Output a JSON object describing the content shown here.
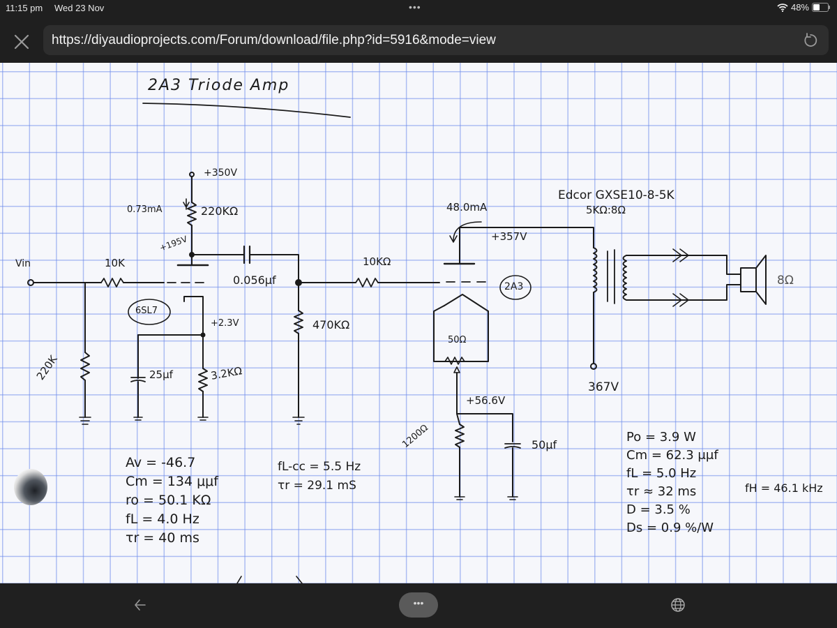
{
  "status_bar": {
    "time": "11:15 pm",
    "date": "Wed 23 Nov",
    "center_indicator": "•••",
    "battery_percent": "48%",
    "battery_level": 48,
    "wifi_icon": "wifi-icon"
  },
  "browser": {
    "close_icon": "close-icon",
    "url": "https://diyaudioprojects.com/Forum/download/file.php?id=5916&mode=view",
    "reload_icon": "reload-icon",
    "colors": {
      "chrome_bg": "#1f1f1f",
      "url_bar_bg": "#2e2e2e",
      "text": "#f2f2f2"
    }
  },
  "document": {
    "title": "2A3 Triode Amp",
    "paper": {
      "background": "#f6f7fb",
      "grid_color": "#6e8ceb",
      "ink_color": "#1a1a1a"
    },
    "schematic_labels": {
      "vin": "Vin",
      "input_resistor": "10K",
      "grid_leak_resistor": "220K",
      "supply_voltage": "+350V",
      "plate_current_6sl7": "0.73mA",
      "plate_resistor": "220KΩ",
      "plate_voltage_6sl7": "+195V",
      "coupling_cap": "0.056μf",
      "tube_1": "6SL7",
      "cathode_voltage_6sl7": "+2.3V",
      "cathode_bypass_cap": "25μf",
      "cathode_resistor": "3.2KΩ",
      "grid_resistor_2a3": "470KΩ",
      "grid_stopper": "10KΩ",
      "plate_current_2a3": "48.0mA",
      "plate_voltage_2a3": "+357V",
      "tube_2": "2A3",
      "hum_pot": "50Ω",
      "cathode_voltage_2a3": "+56.6V",
      "cathode_resistor_2a3": "1200Ω",
      "cathode_bypass_cap_2a3": "50μf",
      "transformer": "Edcor GXSE10-8-5K",
      "transformer_ratio": "5KΩ:8Ω",
      "b_plus": "367V",
      "speaker": "8Ω"
    },
    "stage1_calcs": [
      "Av = -46.7",
      "Cm = 134 μμf",
      "ro = 50.1 KΩ",
      "fL = 4.0 Hz",
      "τr = 40 ms"
    ],
    "coupling_calcs": [
      "fL-cc = 5.5 Hz",
      "τr = 29.1 mS"
    ],
    "output_calcs": [
      "Po = 3.9 W",
      "Cm = 62.3 μμf",
      "fL = 5.0 Hz",
      "τr ≈ 32 ms",
      "D = 3.5 %",
      "Ds = 0.9 %/W"
    ],
    "output_fh": "fH = 46.1 kHz"
  },
  "bottom_bar": {
    "back_icon": "back-arrow-icon",
    "more_label": "•••",
    "globe_icon": "globe-icon"
  }
}
